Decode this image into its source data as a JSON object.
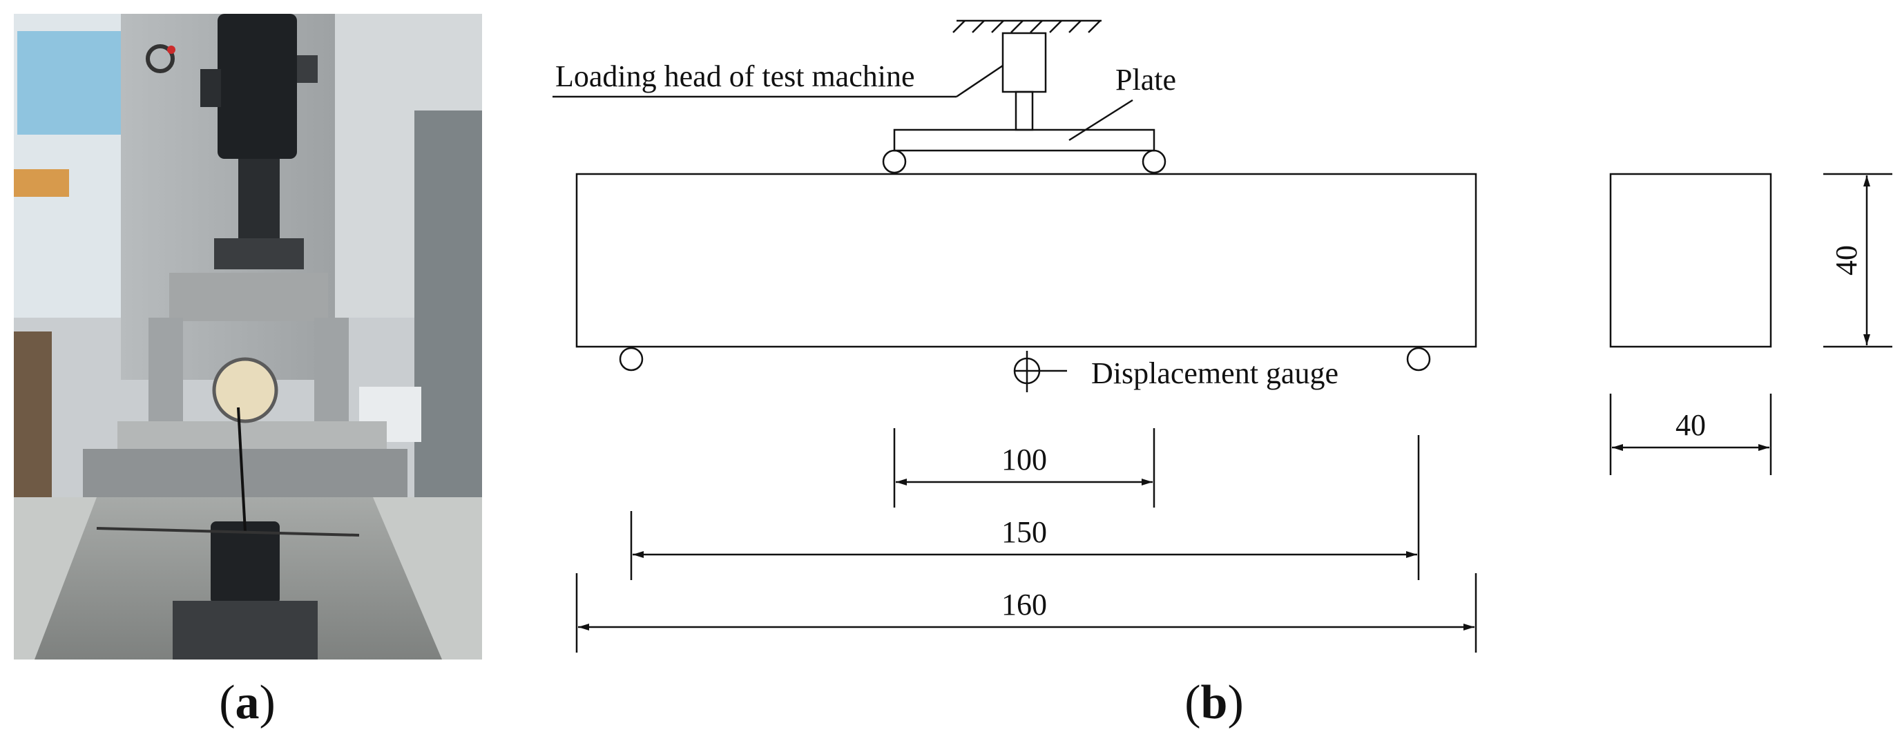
{
  "labels": {
    "loading_head": "Loading head of test machine",
    "plate": "Plate",
    "displacement_gauge": "Displacement gauge"
  },
  "dimensions": {
    "load_span": "100",
    "support_span": "150",
    "beam_length": "160",
    "section_height": "40",
    "section_width": "40"
  },
  "panels": {
    "a": {
      "open": "(",
      "letter": "a",
      "close": ")"
    },
    "b": {
      "open": "(",
      "letter": "b",
      "close": ")"
    }
  },
  "colors": {
    "line": "#111111",
    "photo_wall": "#c9cdd0",
    "photo_steel": "#8e9294",
    "photo_dark": "#1e2124"
  }
}
